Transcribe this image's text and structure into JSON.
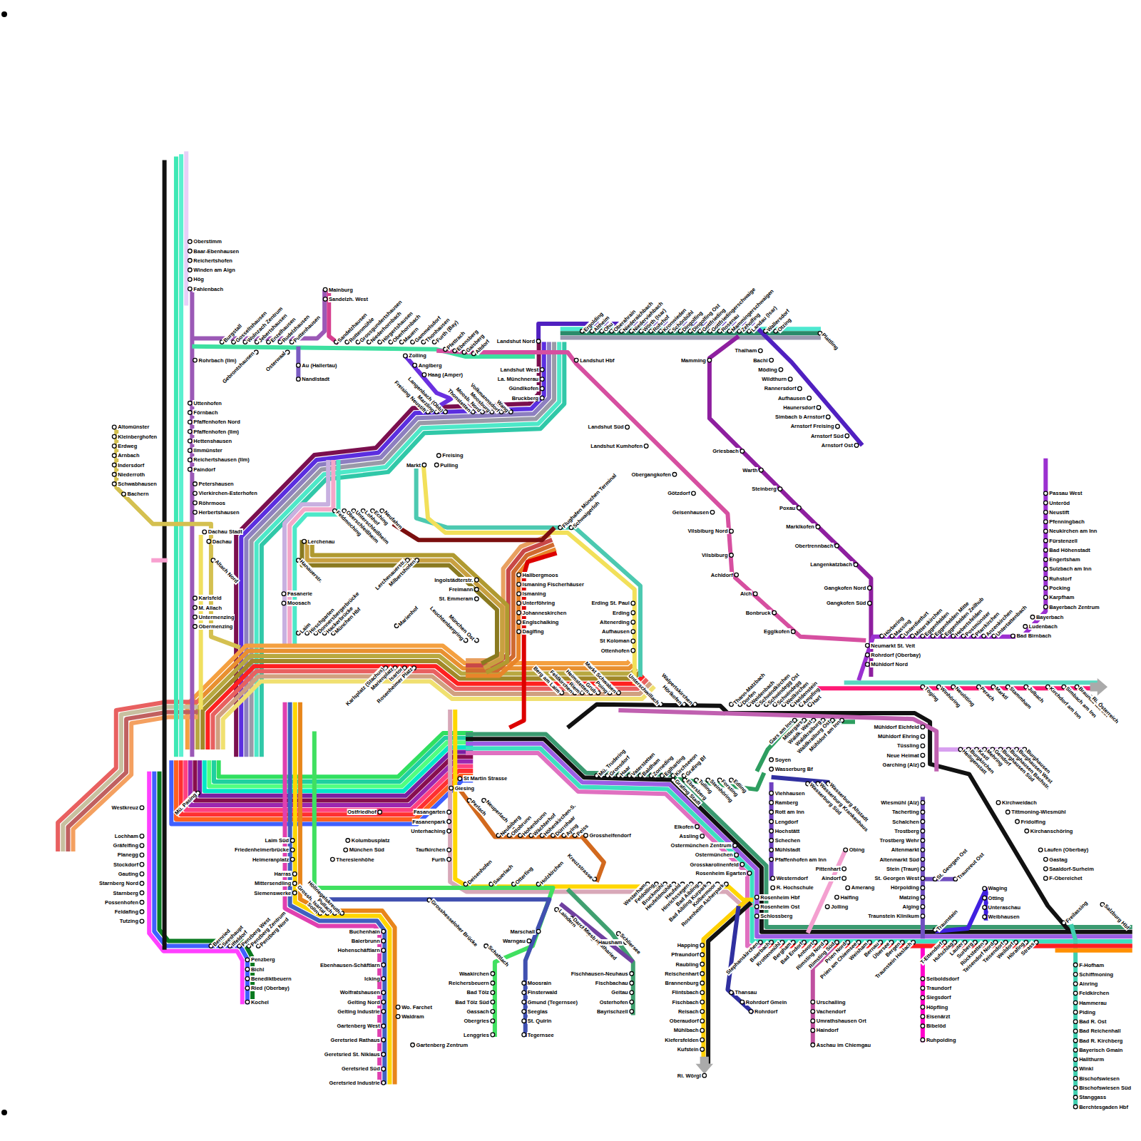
{
  "diagram": {
    "labels": [
      "Oberstimm",
      "Baar-Ebenhausen",
      "Reichertshofen",
      "Winden am Aign",
      "Hög",
      "Fahlenbach",
      "Rohrbach (Ilm)",
      "Uttenhofen",
      "Förnbach",
      "Pfaffenhofen Nord",
      "Pfaffenhofen (Ilm)",
      "Hettenshausen",
      "Ilmmünster",
      "Reichertshausen (Ilm)",
      "Paindorf",
      "Petershausen",
      "Vierkirchen-Esterhofen",
      "Röhrmoos",
      "Herbertshausen",
      "Dachau Stadt",
      "Dachau",
      "Altomünster",
      "Kleinberghofen",
      "Erdweg",
      "Arnbach",
      "Indersdorf",
      "Niederroth",
      "Schwabhausen",
      "Bachern",
      "Altach Nord",
      "Karlsfeld",
      "M. Allach",
      "Untermenzing",
      "Obermenzing",
      "Burgstall",
      "Gosseltshausen",
      "Wolnzach Zentrum",
      "Jebertshausen",
      "Enzelhausen",
      "Rudelzhausen",
      "Puttenhausen",
      "Gebrontshausen",
      "Osterwaal",
      "Au (Hallertau)",
      "Nandlstadt",
      "Mainburg",
      "Sandelzh. West",
      "Sandelzhausen",
      "Rottenmühle",
      "Grossgundertshausen",
      "Niederhornbach",
      "Hörgertshausen",
      "Oberhornbach",
      "Mauern",
      "Gammelsdorf",
      "Thonhausen",
      "Furth (Bay)",
      "Pfettrach",
      "Ebensberg",
      "Gaisberg",
      "Altdorf",
      "Zolling",
      "Anglberg",
      "Haag (Amper)",
      "Freising Neustift",
      "Marzling",
      "Langenbach (Obb)",
      "Thonstetten",
      "Moosb. Nord",
      "Moosburg",
      "Volkmannsdorf",
      "Wang",
      "Freising",
      "Markt",
      "Pulling",
      "Landshut Nord",
      "Landshut Hbf",
      "Landshut West",
      "La. Münchnerau",
      "Gündlkofen",
      "Bruckberg",
      "Landshut Süd",
      "Landshut Kumhofen",
      "Obergangkofen",
      "Götzdorf",
      "Geisenhausen",
      "Vilsbiburg Nord",
      "Vilsbiburg",
      "Achldorf",
      "Aich",
      "Bonbruck",
      "Egglkofen",
      "Ergolding",
      "Altheim",
      "Ohu",
      "Oberahrain",
      "Niederaichbach",
      "Niederviehbach",
      "Wörth (Isar)",
      "Rohrhof",
      "Kronwieden",
      "Schönbühl",
      "Dingolfing",
      "Dingolfing Ost",
      "Gottfrieding",
      "Gottfriedingerschwaige",
      "Rosenau",
      "Mammingerschwaigen",
      "Zeholfing",
      "Landau (Isar)",
      "Wallersdorf",
      "Otzing",
      "Plattling",
      "Mamming",
      "Thalham",
      "Bachl",
      "Möding",
      "Wildthurn",
      "Rannersdorf",
      "Aufhausen",
      "Haunersdorf",
      "Simbach b Arnstorf",
      "Arnstorf Freising",
      "Arnstorf Süd",
      "Arnstorf Ost",
      "Griesbach",
      "Warth",
      "Steinberg",
      "Poxau",
      "Marklkofen",
      "Obertrennbach",
      "Langenkatzbach",
      "Gangkofen Nord",
      "Gangkofen Süd",
      "Neumarkt St. Veit",
      "Rohrdorf (Oberbay)",
      "Mühldorf Nord",
      "Passau West",
      "Unteröd",
      "Neustift",
      "Pfenningbach",
      "Neukirchen am Inn",
      "Fürstenzell",
      "Bad Höhenstadt",
      "Engertsham",
      "Sulzbach am Inn",
      "Ruhstorf",
      "Pocking",
      "Karpfham",
      "Bayerbach Zentrum",
      "Bayerbach",
      "Ludenbach",
      "Bad Birnbach",
      "Hörbering",
      "Massing",
      "Unterdietfurt",
      "Mitterskirchen",
      "Eggenfelden",
      "Eggenfelden Mitte",
      "Eggenfelden Zeilhub",
      "Hebertsfelden",
      "Postmünster",
      "Pfarrkirchen",
      "Anzenkirchen",
      "Untertattenbach",
      "Töging",
      "Winhöring",
      "Neuötting",
      "Perach",
      "Marktl",
      "Stammham",
      "Julbach",
      "Kirchdorf am Inn",
      "Simbach am Inn",
      "Braunau am Inn",
      "Ri. Österreich",
      "Heiligenstatt",
      "Burgkirchen",
      "Kastl",
      "Mehring",
      "Gendorf",
      "Burghausen Süd",
      "Burghausen Bachstr.",
      "Burghausen West",
      "Burghausen",
      "Mühldorf Eichfeld",
      "Mühldorf Ehring",
      "Tüssling",
      "Neue Heimat",
      "Garching (Alz)",
      "Wiesmühl (Alz)",
      "Tacherting",
      "Schalchen",
      "Trostberg",
      "Trostberg Wehr",
      "Altenmarkt",
      "Altenmarkt Süd",
      "Stein (Traun)",
      "St. Georgen West",
      "Hörpolding",
      "Matzing",
      "Alging",
      "Traunstein Klinikum",
      "St. Georgen Ost",
      "Traunreut Ost",
      "Waging",
      "Otting",
      "Unteraschau",
      "Weibhausen",
      "Traunstein",
      "Kirchweidach",
      "Tittmoning-Wiesmühl",
      "Fridolfing",
      "Kirchanschöring",
      "Laufen (Oberbay)",
      "Gastag",
      "Saaldorf-Surheim",
      "F-Obereichet",
      "Freilassing",
      "Salzburg Hbf",
      "F-Hofham",
      "Schiffmoning",
      "Ainring",
      "Feldkirchen",
      "Hammerau",
      "Piding",
      "Bad R. Ost",
      "Bad Reichenhall",
      "Bad R. Kirchberg",
      "Bayerisch Gmain",
      "Hallthurm",
      "Winkl",
      "Bischofswiesen",
      "Bischofswiesen Süd",
      "Stanggass",
      "Berchtesgaden Hbf",
      "T-Ettendorf",
      "Hufschlag",
      "Lauter",
      "Surberg",
      "Rückstetten",
      "Teisendorf Nord",
      "Teisendorf",
      "Weildorf",
      "Hörafing",
      "Strass",
      "Stephanskirchen",
      "Baierbach",
      "Krottenmühl",
      "Bergham",
      "Bad Endorf",
      "Antwort",
      "Rimsting Nord",
      "Rimsting Süd",
      "Prien Nord",
      "Prien am Chiemsee",
      "Weisham",
      "Bernau",
      "Übersee",
      "Bergen",
      "Traunstein Haslach",
      "Obing",
      "Pittenhart",
      "Aindorf",
      "Amerang",
      "Halfing",
      "Jolling",
      "Urschalling",
      "Vachendorf",
      "Umrathshausen Ort",
      "Haindorf",
      "Aschau im Chiemgau",
      "Seiboldsdorf",
      "Traundorf",
      "Siegsdorf",
      "Höpfling",
      "Eisenärzt",
      "Bibelöd",
      "Ruhpolding",
      "Happing",
      "Pfraundorf",
      "Raubling",
      "Reischenhart",
      "Brannenburg",
      "Flintsbach",
      "Fischbach",
      "Reisach",
      "Oberaudorf",
      "Mühlbach",
      "Kiefersfelden",
      "Kufstein",
      "Ri. Wörgl",
      "Thansau",
      "Rohrdorf Gmein",
      "Rohrdorf",
      "Rosenheim Egarten",
      "Rosenheim Hbf",
      "Rosenheim Ost",
      "Schlossberg",
      "Westerndorf",
      "R. Hochschule",
      "Westerham",
      "Feldolling",
      "Bruckmühl",
      "Heufeldmühle",
      "Heufeld",
      "Hinrichssegen",
      "Bad Aibling",
      "Bad Aibling Kurpark",
      "Kolbermoor",
      "Rosenheim Aicherpark",
      "Soyen",
      "Wasserburg Bf",
      "Viehhausen",
      "Ramberg",
      "Rott am Inn",
      "Lengdorf",
      "Hochstätt",
      "Schechen",
      "Mühlstadt",
      "Pfaffenhofen am Inn",
      "Wasserburg Süd",
      "Wasserburg Krankenhaus",
      "Wasserburg Altstadt",
      "Grafing Stadt",
      "Ebersberg",
      "Tulling",
      "Steinhöring",
      "Forsting",
      "Edling",
      "Mü. Trudering",
      "Gronsdorf",
      "Haar",
      "Vaterstetten",
      "Baldham",
      "Zorneding",
      "Eglharting",
      "Kirchseeon",
      "Grafing Bf",
      "Elkofen",
      "Assling",
      "Ostermünchen Zentrum",
      "Ostermünchen",
      "Grosskarolinenfeld",
      "Gars am Inn",
      "Mittergars",
      "Waldk. West",
      "Waldkraiburg",
      "Waldkraiburg Ost",
      "Mühldorf am Inn",
      "Thann-Matzbach",
      "Dorfen",
      "Weidenbach",
      "Schwindkirchen",
      "Schwindegg Ost",
      "Schwindegg",
      "Weilkirchen",
      "Heldenstein",
      "Ampfing",
      "Hart",
      "Unterschwillach",
      "Hörlkofen",
      "Walpertskirchen",
      "Berg am Laim",
      "Feldkirchen",
      "Riem",
      "Heimstetten",
      "Grub",
      "Poing",
      "Markt Schwaben",
      "Erding St. Paul",
      "Erding",
      "Altenerding",
      "Aufhausen",
      "St Koloman",
      "Ottenhofen",
      "Flughafen München Terminal",
      "Schwaigerloh",
      "Hallbergmoos",
      "Ismaning Fischerhäuser",
      "Ismaning",
      "Unterföhring",
      "Johanneskirchen",
      "Englschalking",
      "Daglfing",
      "Leuchtenbergring",
      "München Ost",
      "Ingolstädterstr.",
      "Freimann",
      "St. Emmeram",
      "Lerchenauerstr.",
      "Milbertshofen",
      "Lerchenau",
      "Hanauerstr.",
      "Feldmoching",
      "Oberschleißheim",
      "Unterschleißheim",
      "Lohhof",
      "Eching",
      "Neufahrn",
      "Fasanerie",
      "Moosach",
      "Laim",
      "Hirschgarten",
      "Donnersbergerbrücke",
      "Hackerbrücke",
      "München Hbf",
      "Marienhof",
      "Karlsplatz (Stachus)",
      "Marienplatz",
      "Isartor",
      "Rosenheimer Platz",
      "Mü. Pasing",
      "Westkreuz",
      "Lochham",
      "Gräfelfing",
      "Planegg",
      "Stockdorf",
      "Gauting",
      "Starnberg Nord",
      "Starnberg",
      "Possenhofen",
      "Feldafing",
      "Tutzing",
      "Bernried",
      "Seeshaupt",
      "Iffeldorf",
      "Penzberg West",
      "Penzberg Zentrum",
      "Penzberg Nord",
      "Penzberg",
      "Bichl",
      "Benediktbeuern",
      "Ried (Oberbay)",
      "Kochel",
      "Laim Süd",
      "Friedenheimerbrücke",
      "Heimeranplatz",
      "Harras",
      "Mittersendling",
      "Siemenswerke",
      "Solln",
      "Grossh. Isartal",
      "Pullach",
      "Höllriegelskreuth",
      "Buchenhain",
      "Baierbrunn",
      "Hohenschäftlarn",
      "Ebenhausen-Schäftlarn",
      "Icking",
      "Wolfratshausen",
      "Gelting Nord",
      "Gelting Industrie",
      "Gartenberg West",
      "Geretsried Rathaus",
      "Geretsried St. Niklaus",
      "Geretsried Süd",
      "Geretsried Industrie",
      "Wo. Farchet",
      "Waldram",
      "Gartenberg Zentrum",
      "Ostfriedhof",
      "Kolumbusplatz",
      "München Süd",
      "Theresienhöhe",
      "St Martin Strasse",
      "Giesing",
      "Fasangarten",
      "Fasanenpark",
      "Unterhaching",
      "Taufkirchen",
      "Furth",
      "Deisenhofen",
      "Sauerlach",
      "Otterfing",
      "Holzkirchen",
      "Perlach",
      "Neuperlach Süd",
      "Neubiberg",
      "Ottobrunn",
      "Hohenbrunn",
      "Wächterhof",
      "Höhenkirchen-S.",
      "Dürrnhaar",
      "Aying",
      "Peiss",
      "Grosshelfendorf",
      "Kreuzstrasse",
      "Grosshesseloher Brücke",
      "Laindern",
      "Darching",
      "Miesbach",
      "Agatharied",
      "Hausham",
      "Schliersee",
      "Marschall",
      "Warngau",
      "Schaftlach",
      "Waakirchen",
      "Reichersbeuern",
      "Bad Tölz",
      "Bad Tölz Süd",
      "Gassach",
      "Obergries",
      "Lenggries",
      "Moosrain",
      "Finsterwald",
      "Gmund (Tegernsee)",
      "Seeglas",
      "St. Quirin",
      "Tegernsee",
      "Fischhausen-Neuhaus",
      "Fischbachau",
      "Geitau",
      "Osterhofen",
      "Bayrischzell"
    ]
  }
}
